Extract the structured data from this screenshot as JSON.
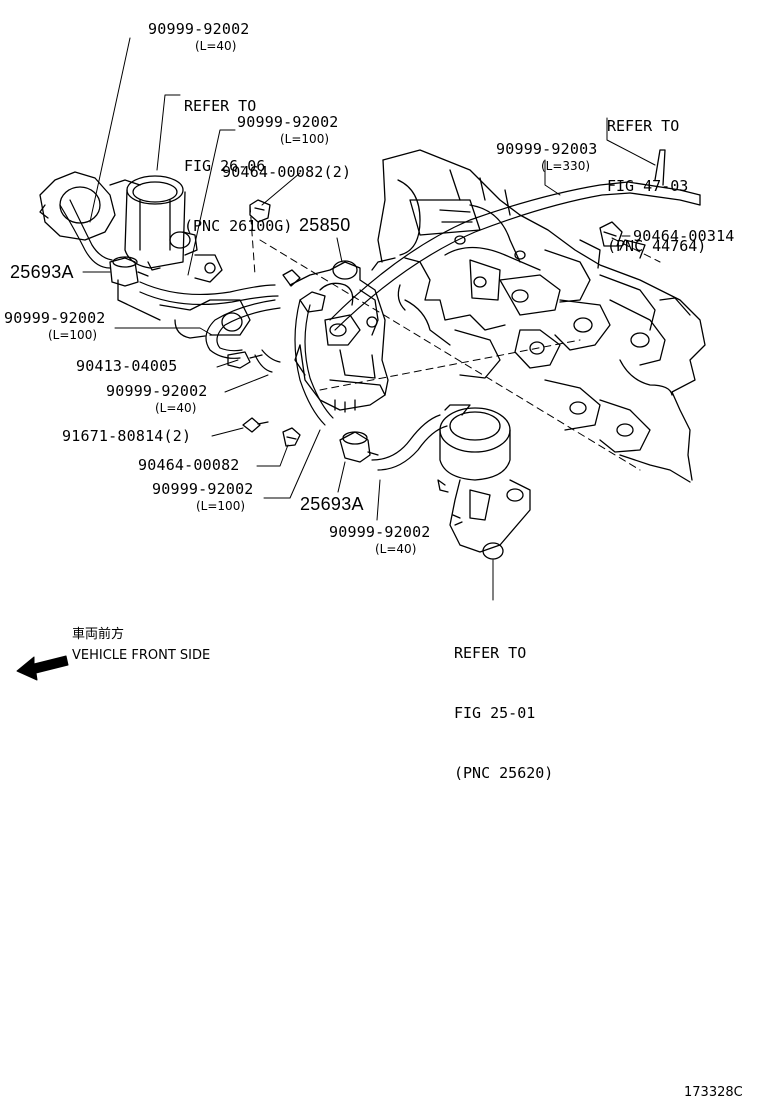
{
  "callouts": {
    "hose_top_left": {
      "part": "90999-92002",
      "length": "(L=40)"
    },
    "refer_26_06": {
      "line1": "REFER TO",
      "line2": "FIG 26-06",
      "line3": "(PNC 26100G)"
    },
    "hose_l100_top": {
      "part": "90999-92002",
      "length": "(L=100)"
    },
    "clip_2": "90464-00082(2)",
    "valve_25850": "25850",
    "hose_l330": {
      "part": "90999-92003",
      "length": "(L=330)"
    },
    "refer_47_03": {
      "line1": "REFER TO",
      "line2": "FIG 47-03",
      "line3": "(PNC 44764)"
    },
    "clip_00314": "90464-00314",
    "damper_left": "25693A",
    "hose_l100_left": {
      "part": "90999-92002",
      "length": "(L=100)"
    },
    "union_04005": "90413-04005",
    "hose_l40_mid": {
      "part": "90999-92002",
      "length": "(L=40)"
    },
    "bolt_80814": "91671-80814(2)",
    "clip_00082": "90464-00082",
    "hose_l100_bottom": {
      "part": "90999-92002",
      "length": "(L=100)"
    },
    "damper_bottom": "25693A",
    "hose_l40_bottom": {
      "part": "90999-92002",
      "length": "(L=40)"
    },
    "refer_25_01": {
      "line1": "REFER TO",
      "line2": "FIG 25-01",
      "line3": "(PNC 25620)"
    }
  },
  "orientation": {
    "japanese": "車両前方",
    "english": "VEHICLE FRONT SIDE"
  },
  "diagram_code": "173328C"
}
